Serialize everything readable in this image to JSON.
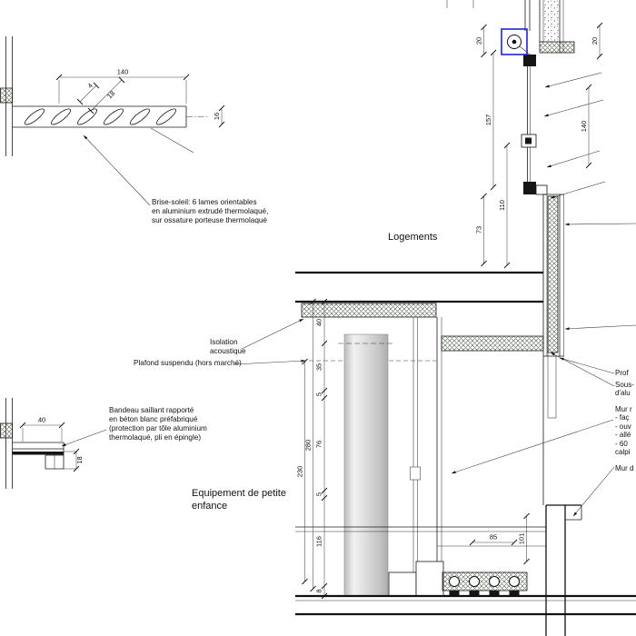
{
  "drawing": {
    "type": "architectural-facade-section-detail",
    "colors": {
      "line": "#1a1a1a",
      "hatch": "#50624e",
      "detail_marker": "#2222cc",
      "column": "#c9c9c9"
    }
  },
  "labels": {
    "brise_soleil": "Brise-soleil: 6 lames orientables\nen aluminium extrudé thermolaqué,\nsur ossature porteuse thermolaqué",
    "logements": "Logements",
    "isolation": "Isolation\nacoustique",
    "plafond": "Plafond suspendu (hors marché)",
    "bandeau": "Bandeau saillant rapporté\nen béton blanc préfabriqué\n(protection par tôle aluminium\nthermolaqué, pli en épingle)",
    "equipement": "Equipement de petite\nenfance",
    "edge_profil": "Prof",
    "edge_sous_face": "Sous-\nd'alu",
    "edge_mur": "Mur r\n- faç\n- ouv\n- allé\n- 60\ncalpi",
    "edge_mur2": "Mur d"
  },
  "dims": {
    "brise_width": "140",
    "brise_lame_a": "4",
    "brise_lame_b": "18",
    "brise_height": "16",
    "bandeau_width": "40",
    "bandeau_height": "18",
    "stack": [
      "40",
      "35",
      "5",
      "76",
      "5",
      "116",
      "8"
    ],
    "stack_total_1": "280",
    "stack_total_2": "230",
    "wall_20_left": "20",
    "wall_157": "157",
    "wall_110": "110",
    "wall_73": "73",
    "wall_20_right": "20",
    "wall_140_right": "140",
    "floor_85": "85",
    "floor_101": "101"
  }
}
